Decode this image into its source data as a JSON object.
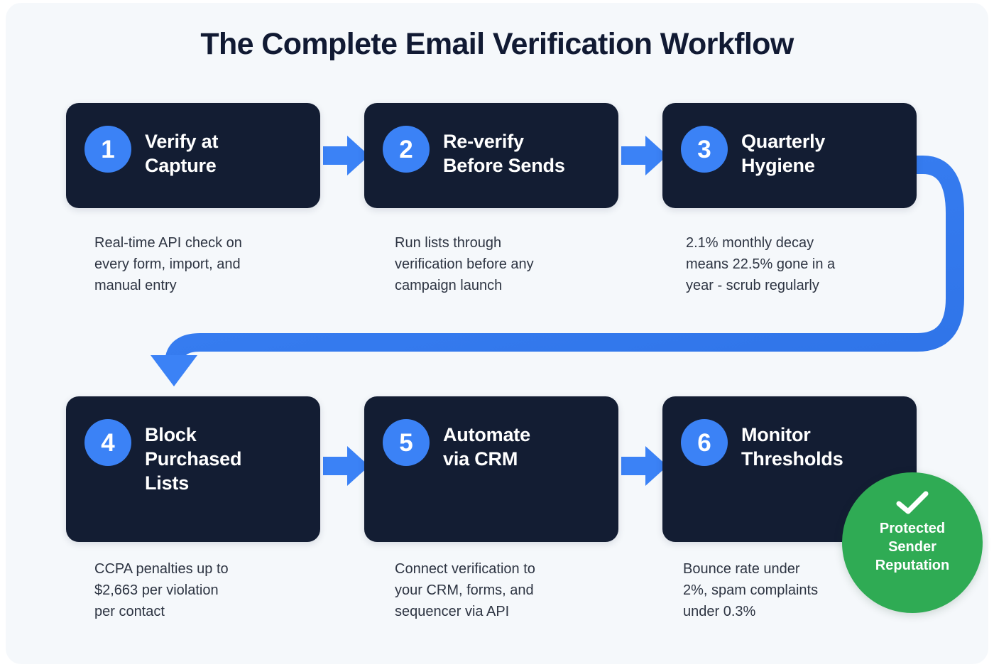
{
  "page": {
    "title": "The Complete Email Verification Workflow",
    "background_color": "#f5f8fb",
    "accent_color": "#3b82f6",
    "card_color": "#131d33",
    "badge_color": "#2fab54"
  },
  "steps": [
    {
      "number": "1",
      "title": "Verify at\nCapture",
      "description": "Real-time API check on\nevery form, import, and\nmanual entry"
    },
    {
      "number": "2",
      "title": "Re-verify\nBefore Sends",
      "description": "Run lists through\nverification before any\ncampaign launch"
    },
    {
      "number": "3",
      "title": "Quarterly\nHygiene",
      "description": "2.1% monthly decay\nmeans 22.5% gone in a\nyear - scrub regularly"
    },
    {
      "number": "4",
      "title": "Block\nPurchased\nLists",
      "description": "CCPA penalties up to\n$2,663 per violation\nper contact"
    },
    {
      "number": "5",
      "title": "Automate\nvia CRM",
      "description": "Connect verification to\nyour CRM, forms, and\nsequencer via API"
    },
    {
      "number": "6",
      "title": "Monitor\nThresholds",
      "description": "Bounce rate under\n2%, spam complaints\nunder 0.3%"
    }
  ],
  "badge": {
    "icon": "check-icon",
    "text": "Protected\nSender\nReputation"
  },
  "connectors": [
    {
      "name": "arrow-1-to-2",
      "type": "straight-right"
    },
    {
      "name": "arrow-2-to-3",
      "type": "straight-right"
    },
    {
      "name": "arrow-3-to-4",
      "type": "wrap-down-left"
    },
    {
      "name": "arrow-4-to-5",
      "type": "straight-right"
    },
    {
      "name": "arrow-5-to-6",
      "type": "straight-right"
    }
  ]
}
